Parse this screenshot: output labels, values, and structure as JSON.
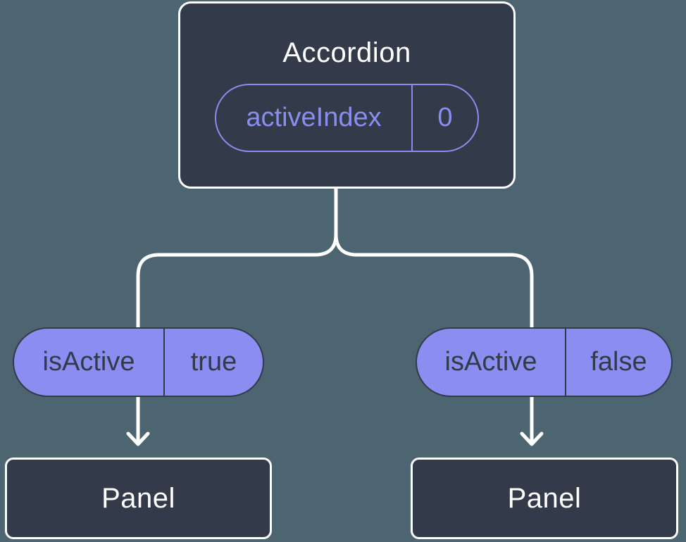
{
  "colors": {
    "background": "#4c6571",
    "node_dark": "#333a49",
    "accent_purple": "#8b8ef0",
    "accent_purple_line": "#8a8df0",
    "white": "#ffffff"
  },
  "icons": {
    "arrow_down": "open chevron arrowhead pointing down"
  },
  "diagram": {
    "root": {
      "title": "Accordion",
      "prop": {
        "name": "activeIndex",
        "value": "0"
      }
    },
    "children": [
      {
        "prop": {
          "name": "isActive",
          "value": "true"
        },
        "target": {
          "label": "Panel"
        }
      },
      {
        "prop": {
          "name": "isActive",
          "value": "false"
        },
        "target": {
          "label": "Panel"
        }
      }
    ]
  }
}
